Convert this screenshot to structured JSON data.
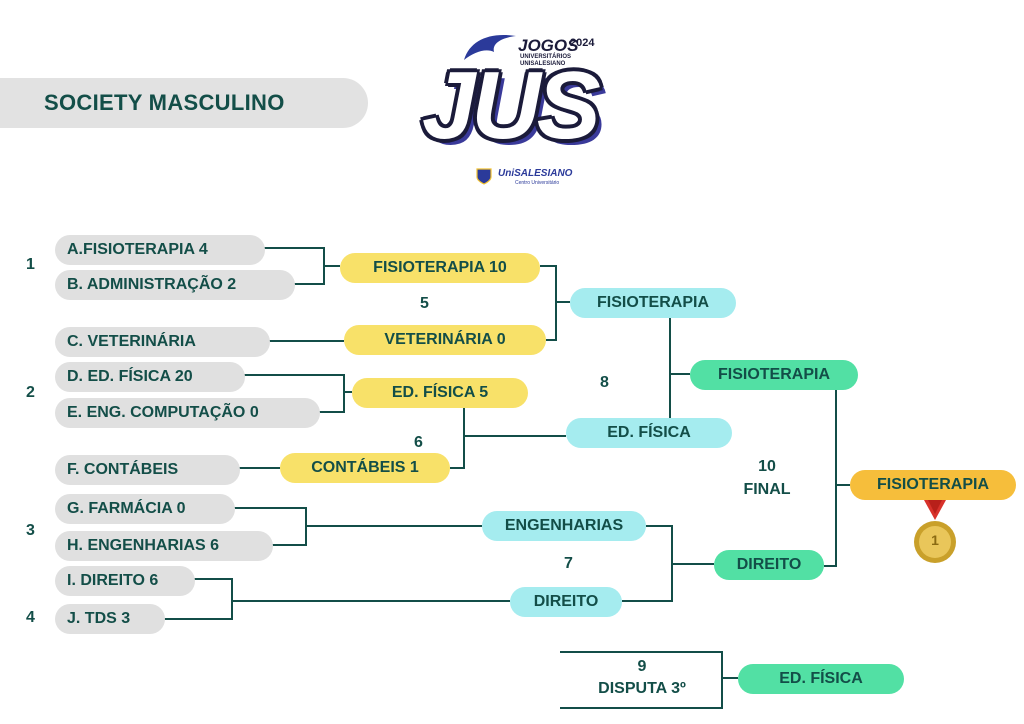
{
  "title": "SOCIETY MASCULINO",
  "logo": {
    "jogos": "JOGOS",
    "subtitle": "UNIVERSITÁRIOS UNISALESIANO",
    "year": "2024",
    "jus": "JUS",
    "institution": "UniSALESIANO",
    "institution_sub": "Centro Universitário"
  },
  "round1": {
    "teams": [
      "A.FISIOTERAPIA 4",
      "B. ADMINISTRAÇÃO 2",
      "C. VETERINÁRIA",
      "D. ED. FÍSICA 20",
      "E. ENG. COMPUTAÇÃO 0",
      "F. CONTÁBEIS",
      "G. FARMÁCIA 0",
      "H. ENGENHARIAS 6",
      "I. DIREITO 6",
      "J. TDS 3"
    ],
    "game_numbers": [
      "1",
      "2",
      "3",
      "4"
    ]
  },
  "round2": {
    "teams": [
      "FISIOTERAPIA 10",
      "VETERINÁRIA 0",
      "ED. FÍSICA 5",
      "CONTÁBEIS 1"
    ],
    "game_numbers": [
      "5",
      "6"
    ]
  },
  "round3": {
    "teams": [
      "FISIOTERAPIA",
      "ED. FÍSICA",
      "ENGENHARIAS",
      "DIREITO"
    ],
    "game_numbers": [
      "8",
      "7"
    ]
  },
  "semis": {
    "teams": [
      "FISIOTERAPIA",
      "DIREITO"
    ]
  },
  "final": {
    "game_number": "10",
    "label": "FINAL",
    "champion": "FISIOTERAPIA",
    "medal_number": "1"
  },
  "third_place": {
    "game_number": "9",
    "label": "DISPUTA 3º",
    "winner": "ED. FÍSICA"
  },
  "colors": {
    "text": "#134e48",
    "grey": "#e0e0e0",
    "yellow": "#f8e169",
    "cyan": "#a5ecef",
    "green": "#52e0a4",
    "orange": "#f6be3b",
    "line": "#134e48"
  }
}
